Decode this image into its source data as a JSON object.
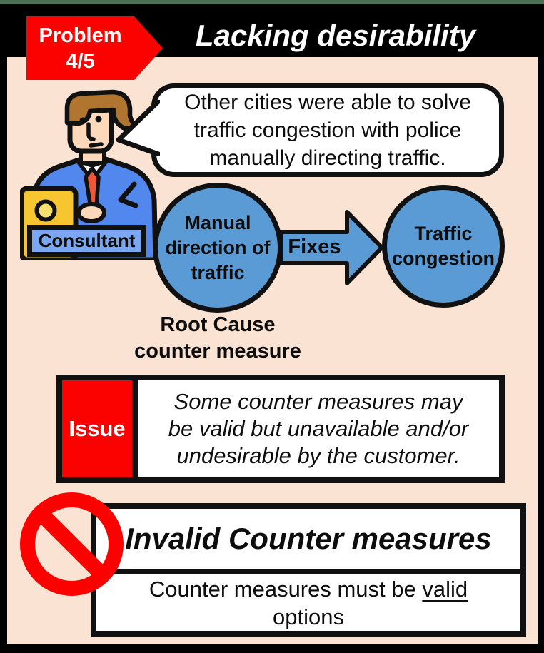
{
  "header": {
    "banner_line1": "Problem",
    "banner_line2": "4/5",
    "title": "Lacking desirability"
  },
  "speech": {
    "text": "Other cities were able to solve traffic congestion with police manually directing traffic."
  },
  "consultant": {
    "label": "Consultant"
  },
  "diagram": {
    "cause": "Manual direction of traffic",
    "arrow_label": "Fixes",
    "effect": "Traffic congestion",
    "caption_line1": "Root Cause",
    "caption_line2": "counter measure"
  },
  "issue": {
    "label": "Issue",
    "text": "Some counter measures may be valid but unavailable and/or undesirable by the customer."
  },
  "conclusion": {
    "title": "Invalid Counter measures",
    "detail_pre": "Counter measures must be ",
    "detail_underlined": "valid",
    "detail_line2": "options"
  },
  "icons": {
    "no_entry": "prohibition-sign",
    "consultant": "person-at-laptop",
    "bubble_tail": "speech-bubble-tail"
  },
  "colors": {
    "background_peach": "#fbe3d3",
    "accent_red": "#fb0100",
    "circle_blue": "#5b9bd5",
    "shirt_blue": "#5287ee",
    "label_blue": "#79a7f1",
    "laptop_yellow": "#f6c52f",
    "hair_brown": "#b0762f",
    "skin": "#fdd8ba",
    "top_strip_green": "#4c7154",
    "frame_black": "#000000"
  }
}
